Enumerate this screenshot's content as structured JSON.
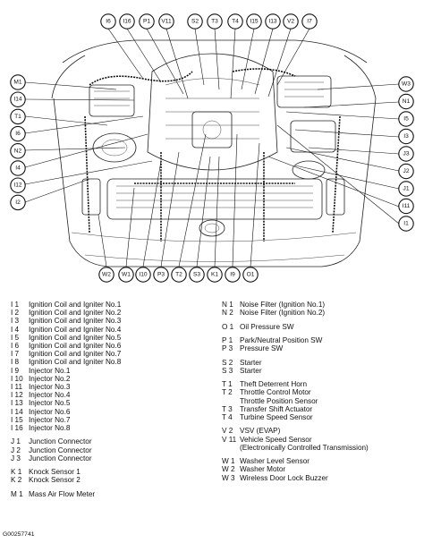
{
  "callouts_top": [
    "I6",
    "I16",
    "P1",
    "V11",
    "S2",
    "T3",
    "T4",
    "I15",
    "I13",
    "V2",
    "I7"
  ],
  "callouts_left": [
    "M1",
    "I14",
    "T1",
    "I6",
    "N2",
    "I4",
    "I12",
    "I2"
  ],
  "callouts_right": [
    "W3",
    "N1",
    "I5",
    "I3",
    "J3",
    "J2",
    "J1",
    "I11",
    "I1"
  ],
  "callouts_bottom": [
    "W2",
    "W1",
    "I10",
    "P3",
    "T2",
    "S3",
    "K1",
    "I9",
    "O1"
  ],
  "legend_left": [
    {
      "rows": [
        {
          "code": "I 1",
          "name": "Ignition Coil and Igniter No.1"
        },
        {
          "code": "I 2",
          "name": "Ignition Coil and Igniter No.2"
        },
        {
          "code": "I 3",
          "name": "Ignition Coil and Igniter No.3"
        },
        {
          "code": "I 4",
          "name": "Ignition Coil and Igniter No.4"
        },
        {
          "code": "I 5",
          "name": "Ignition Coil and Igniter No.5"
        },
        {
          "code": "I 6",
          "name": "Ignition Coil and Igniter No.6"
        },
        {
          "code": "I 7",
          "name": "Ignition Coil and Igniter No.7"
        },
        {
          "code": "I 8",
          "name": "Ignition Coil and Igniter No.8"
        },
        {
          "code": "I 9",
          "name": "Injector No.1"
        },
        {
          "code": "I 10",
          "name": "Injector No.2"
        },
        {
          "code": "I 11",
          "name": "Injector No.3"
        },
        {
          "code": "I 12",
          "name": "Injector No.4"
        },
        {
          "code": "I 13",
          "name": "Injector No.5"
        },
        {
          "code": "I 14",
          "name": "Injector No.6"
        },
        {
          "code": "I 15",
          "name": "Injector No.7"
        },
        {
          "code": "I 16",
          "name": "Injector No.8"
        }
      ]
    },
    {
      "rows": [
        {
          "code": "J 1",
          "name": "Junction Connector"
        },
        {
          "code": "J 2",
          "name": "Junction Connector"
        },
        {
          "code": "J 3",
          "name": "Junction Connector"
        }
      ]
    },
    {
      "rows": [
        {
          "code": "K 1",
          "name": "Knock Sensor 1"
        },
        {
          "code": "K 2",
          "name": "Knock Sensor 2"
        }
      ]
    },
    {
      "rows": [
        {
          "code": "M 1",
          "name": "Mass Air Flow Meter"
        }
      ]
    }
  ],
  "legend_right": [
    {
      "rows": [
        {
          "code": "N 1",
          "name": "Noise Filter (Ignition No.1)"
        },
        {
          "code": "N 2",
          "name": "Noise Filter (Ignition No.2)"
        }
      ]
    },
    {
      "rows": [
        {
          "code": "O 1",
          "name": "Oil Pressure SW"
        }
      ]
    },
    {
      "rows": [
        {
          "code": "P 1",
          "name": "Park/Neutral Position SW"
        },
        {
          "code": "P 3",
          "name": "Pressure SW"
        }
      ]
    },
    {
      "rows": [
        {
          "code": "S 2",
          "name": "Starter"
        },
        {
          "code": "S 3",
          "name": "Starter"
        }
      ]
    },
    {
      "rows": [
        {
          "code": "T 1",
          "name": "Theft Deterrent Horn"
        },
        {
          "code": "T 2",
          "name": "Throttle Control Motor"
        },
        {
          "code": "",
          "name": "Throttle Position Sensor"
        },
        {
          "code": "T 3",
          "name": "Transfer Shift Actuator"
        },
        {
          "code": "T 4",
          "name": "Turbine Speed Sensor"
        }
      ]
    },
    {
      "rows": [
        {
          "code": "V 2",
          "name": "VSV (EVAP)"
        },
        {
          "code": "V 11",
          "name": "Vehicle Speed Sensor"
        },
        {
          "code": "",
          "name": "(Electronically Controlled Transmission)"
        }
      ]
    },
    {
      "rows": [
        {
          "code": "W 1",
          "name": "Washer Level Sensor"
        },
        {
          "code": "W 2",
          "name": "Washer Motor"
        },
        {
          "code": "W 3",
          "name": "Wireless Door Lock Buzzer"
        }
      ]
    }
  ],
  "figure_id": "G00257741"
}
